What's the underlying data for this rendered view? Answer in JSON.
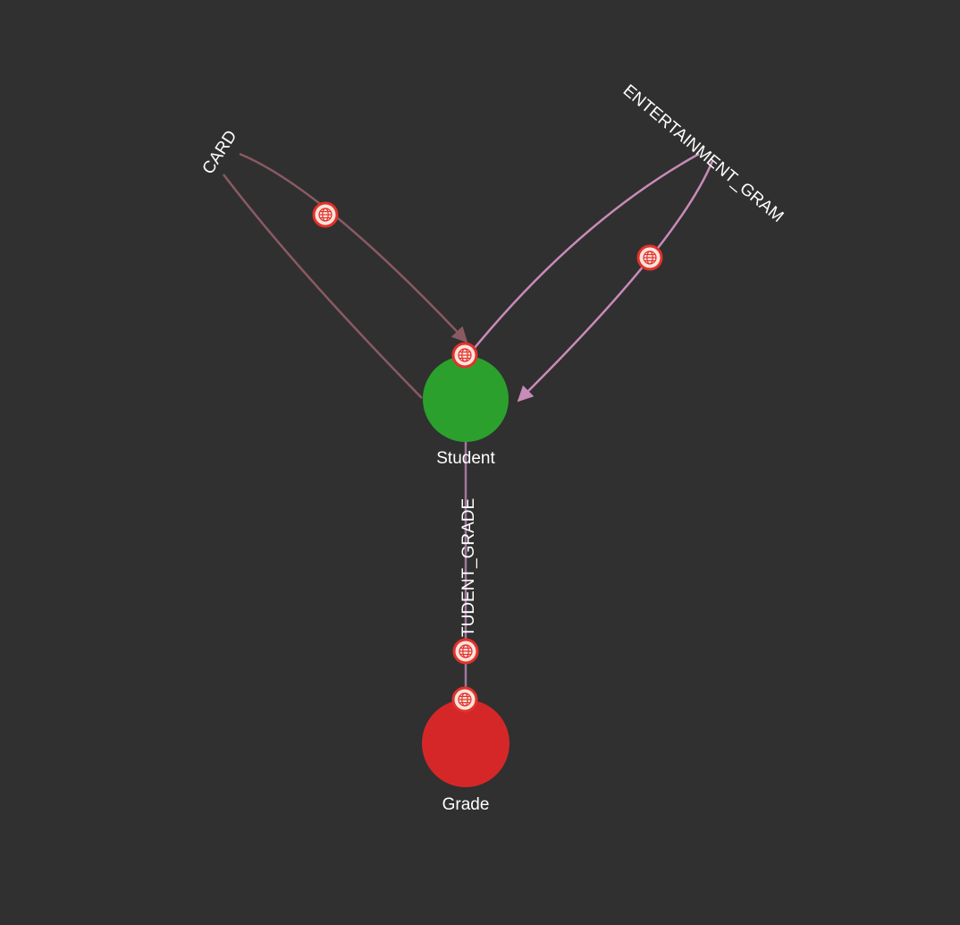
{
  "graph": {
    "background": "#303030",
    "nodes": [
      {
        "id": "student",
        "label": "Student",
        "color": "#2ca02c"
      },
      {
        "id": "grade",
        "label": "Grade",
        "color": "#d62728"
      }
    ],
    "edges": [
      {
        "id": "card",
        "label": "CARD",
        "from": "student",
        "to": "student",
        "color": "#8a5a62"
      },
      {
        "id": "entertainment-gram",
        "label": "ENTERTAINMENT_GRAM",
        "from": "student",
        "to": "student",
        "color": "#c98bb9"
      },
      {
        "id": "student-grade",
        "label": "TUDENT_GRADE",
        "from": "student",
        "to": "grade",
        "color": "#a0799a"
      }
    ],
    "handle": {
      "fill": "#fbe3dc",
      "stroke": "#e2322a",
      "icon": "globe-icon"
    }
  }
}
